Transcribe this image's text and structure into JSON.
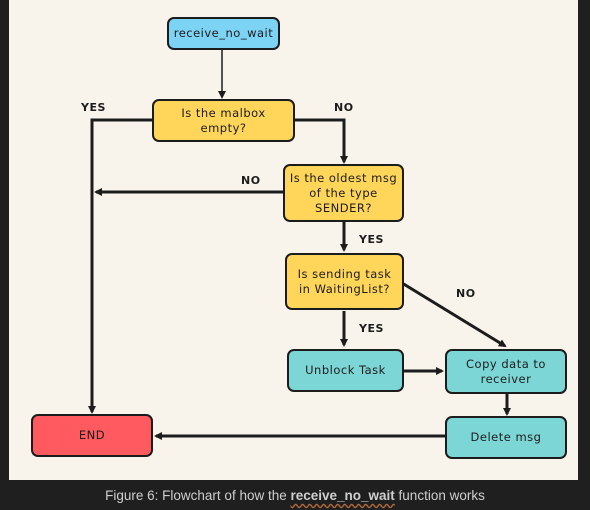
{
  "diagram": {
    "nodes": {
      "start": {
        "label": "receive_no_wait",
        "color": "#7dd3f4"
      },
      "mailbox_empty": {
        "label": "Is the malbox\nempty?",
        "color": "#ffd65a"
      },
      "oldest_sender": {
        "label": "Is the oldest msg\nof the type\nSENDER?",
        "color": "#ffd65a"
      },
      "waiting_list": {
        "label": "Is sending task\nin WaitingList?",
        "color": "#ffd65a"
      },
      "unblock": {
        "label": "Unblock Task",
        "color": "#7dd6d6"
      },
      "copy_data": {
        "label": "Copy data to\nreceiver",
        "color": "#7dd6d6"
      },
      "delete_msg": {
        "label": "Delete msg",
        "color": "#7dd6d6"
      },
      "end": {
        "label": "END",
        "color": "#ff5a5f"
      }
    },
    "edge_labels": {
      "mailbox_yes": "YES",
      "mailbox_no": "NO",
      "oldest_no": "NO",
      "oldest_yes": "YES",
      "waiting_no": "NO",
      "waiting_yes": "YES"
    }
  },
  "caption": {
    "prefix": "Figure 6: Flowchart of how the ",
    "func": "receive_no_wait",
    "suffix": " function works"
  }
}
